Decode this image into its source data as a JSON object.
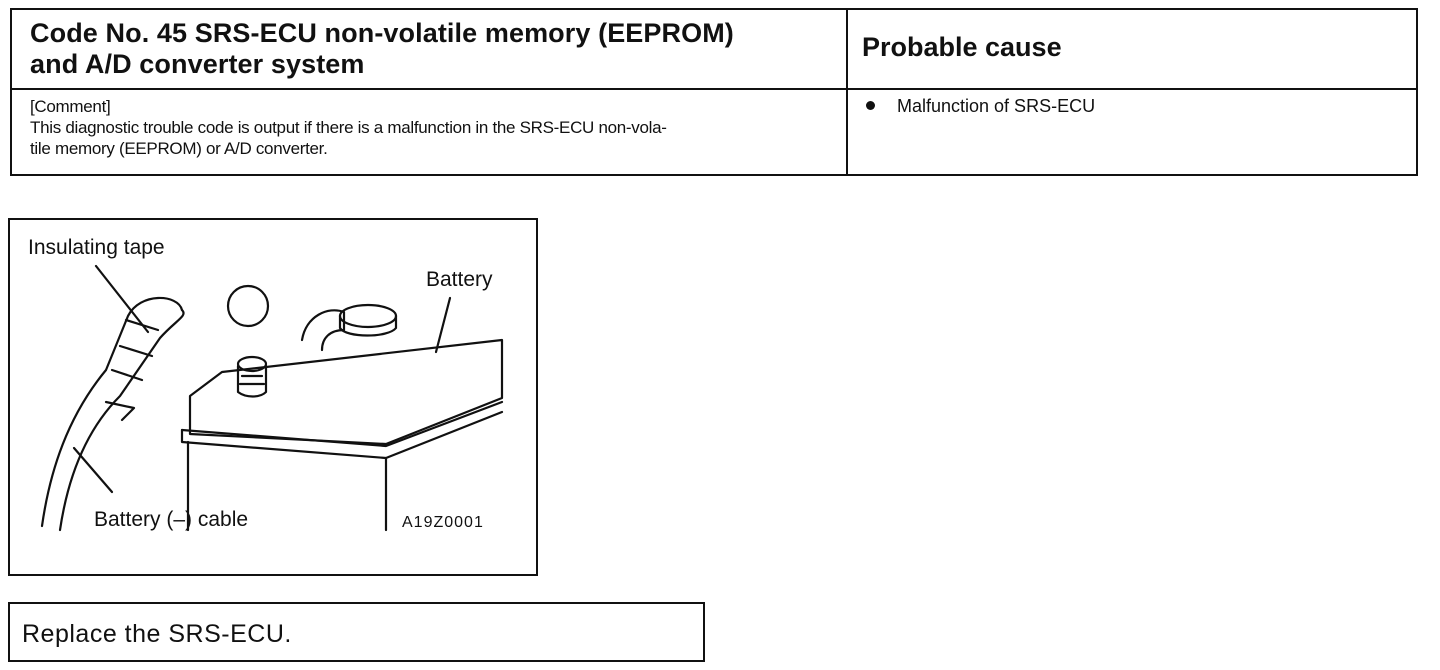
{
  "table": {
    "code_title_line1": "Code No. 45 SRS-ECU non-volatile memory (EEPROM)",
    "code_title_line2": "and A/D converter system",
    "cause_title": "Probable cause",
    "comment_label": "[Comment]",
    "comment_line1": "This diagnostic trouble code is output if there is a malfunction in the SRS-ECU non-vola-",
    "comment_line2": "tile memory (EEPROM) or A/D converter.",
    "cause_item": "Malfunction of SRS-ECU"
  },
  "figure": {
    "label_tape": "Insulating tape",
    "label_battery": "Battery",
    "label_cable": "Battery (–) cable",
    "figure_code": "A19Z0001",
    "negative_symbol": "minus-symbol-icon"
  },
  "action": {
    "text": "Replace the SRS-ECU."
  }
}
